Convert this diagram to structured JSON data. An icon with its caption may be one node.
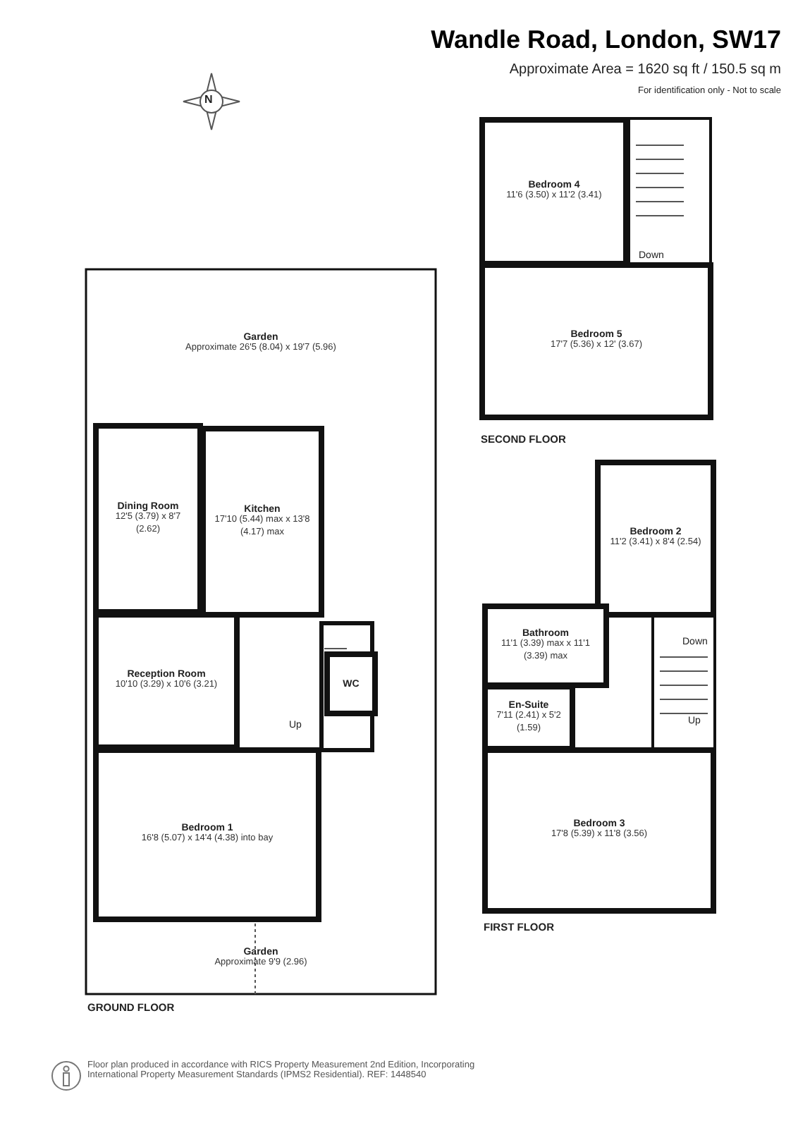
{
  "diagram": {
    "title": "Wandle Road, London, SW17",
    "nodes": [
      {
        "text": [
          "Bedroom 4",
          "11'6 (3.50) x 11'2 (3.41)"
        ]
      },
      {
        "text": [
          "Bedroom 5",
          "17'7 (5.36) x 12' (3.67)"
        ]
      },
      {
        "text": [
          "Garden",
          "Approximate 26'5 (8.04) x 19'7 (5.96)"
        ]
      },
      {
        "text": [
          "Bedroom 2",
          "11'2 (3.41) x 8'4 (2.54)"
        ]
      },
      {
        "text": [
          "Dining Room",
          "12'5 (3.79) x 8'7 (2.62)"
        ]
      },
      {
        "text": [
          "Kitchen",
          "17'10 (5.44) max x 13'8 (4.17) max"
        ]
      },
      {
        "text": [
          "Bathroom",
          "11'1 (3.39) max x 11'1 (3.39) max"
        ]
      },
      {
        "text": [
          "Reception Room",
          "10'10 (3.29) x 10'6 (3.21)"
        ]
      },
      {
        "text": [
          "WC"
        ]
      },
      {
        "text": [
          "En-Suite",
          "7'11 (2.41) x 5'2 (1.59)"
        ]
      },
      {
        "text": [
          "Bedroom 1",
          "16'8 (5.07) x 14'4 (4.38) into bay"
        ]
      },
      {
        "text": [
          "Bedroom 3",
          "17'8 (5.39) x 11'8 (3.56)"
        ]
      },
      {
        "text": [
          "Garden",
          "Approximate 9'9 (2.96)"
        ]
      }
    ],
    "labels": [
      "Approximate Area = 1620 sq ft / 150.5 sq m",
      "For identification only - Not to scale",
      "N",
      "Down",
      "SECOND FLOOR",
      "Down",
      "Up",
      "Up",
      "FIRST FLOOR",
      "GROUND FLOOR",
      "Floor plan produced in accordance with RICS Property Measurement 2nd Edition, Incorporating International Property Measurement Standards (IPMS2 Residential). REF: 1448540"
    ]
  }
}
